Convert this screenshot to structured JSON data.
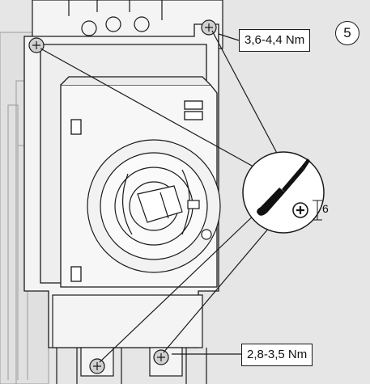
{
  "step_number": "5",
  "torque_top": "3,6-4,4 Nm",
  "torque_bottom": "2,8-3,5 Nm",
  "screwdriver_size": "6",
  "screwdriver_type_icon": "phillips-cross-icon",
  "colors": {
    "background": "#e6e6e6",
    "device_fill": "#f4f4f4",
    "outline": "#1a1a1a",
    "shadow": "#c9c9c9"
  }
}
